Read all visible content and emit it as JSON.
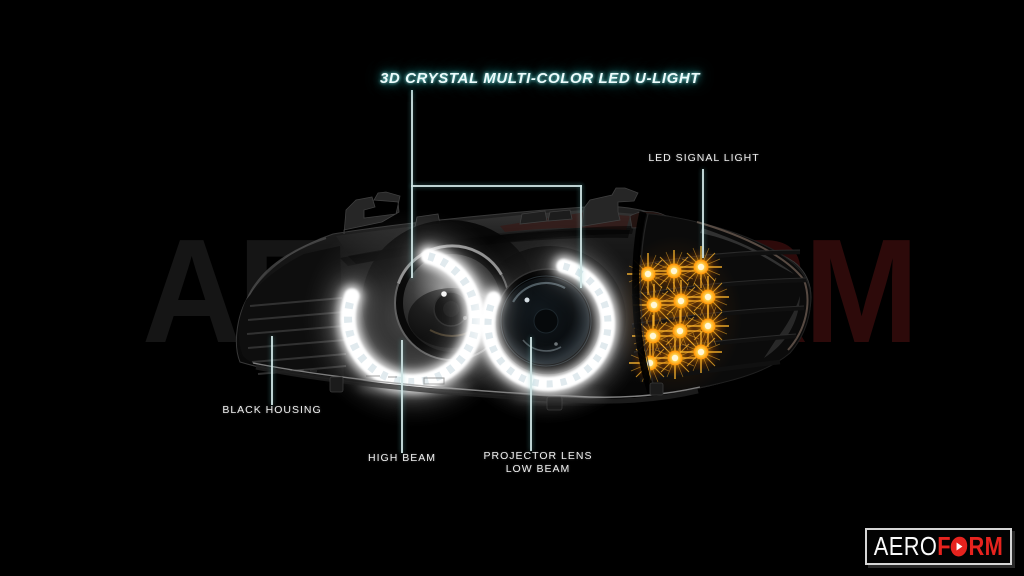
{
  "labels": {
    "headline": "3D CRYSTAL MULTI-COLOR LED U-LIGHT",
    "led_signal": "LED SIGNAL LIGHT",
    "black_housing": "BLACK HOUSING",
    "high_beam": "HIGH BEAM",
    "projector_lens": "PROJECTOR LENS",
    "low_beam": "LOW BEAM"
  },
  "watermark": {
    "left": "AERO",
    "right": "FORM"
  },
  "logo": {
    "brand_left": "AERO",
    "brand_right": "FORM",
    "icon": "play-icon"
  },
  "signal_leds": {
    "count": 12,
    "rows": 4,
    "columns": 3
  },
  "colors": {
    "background": "#000000",
    "callout_line": "#cfe4e4",
    "headline_glow": "#2fa8a8",
    "label_text": "#efefef",
    "halo_white": "#ffffff",
    "signal_amber": "#ffa400",
    "logo_red": "#e6231e",
    "watermark_gray": "#151515",
    "watermark_red": "#2d0a0a"
  }
}
